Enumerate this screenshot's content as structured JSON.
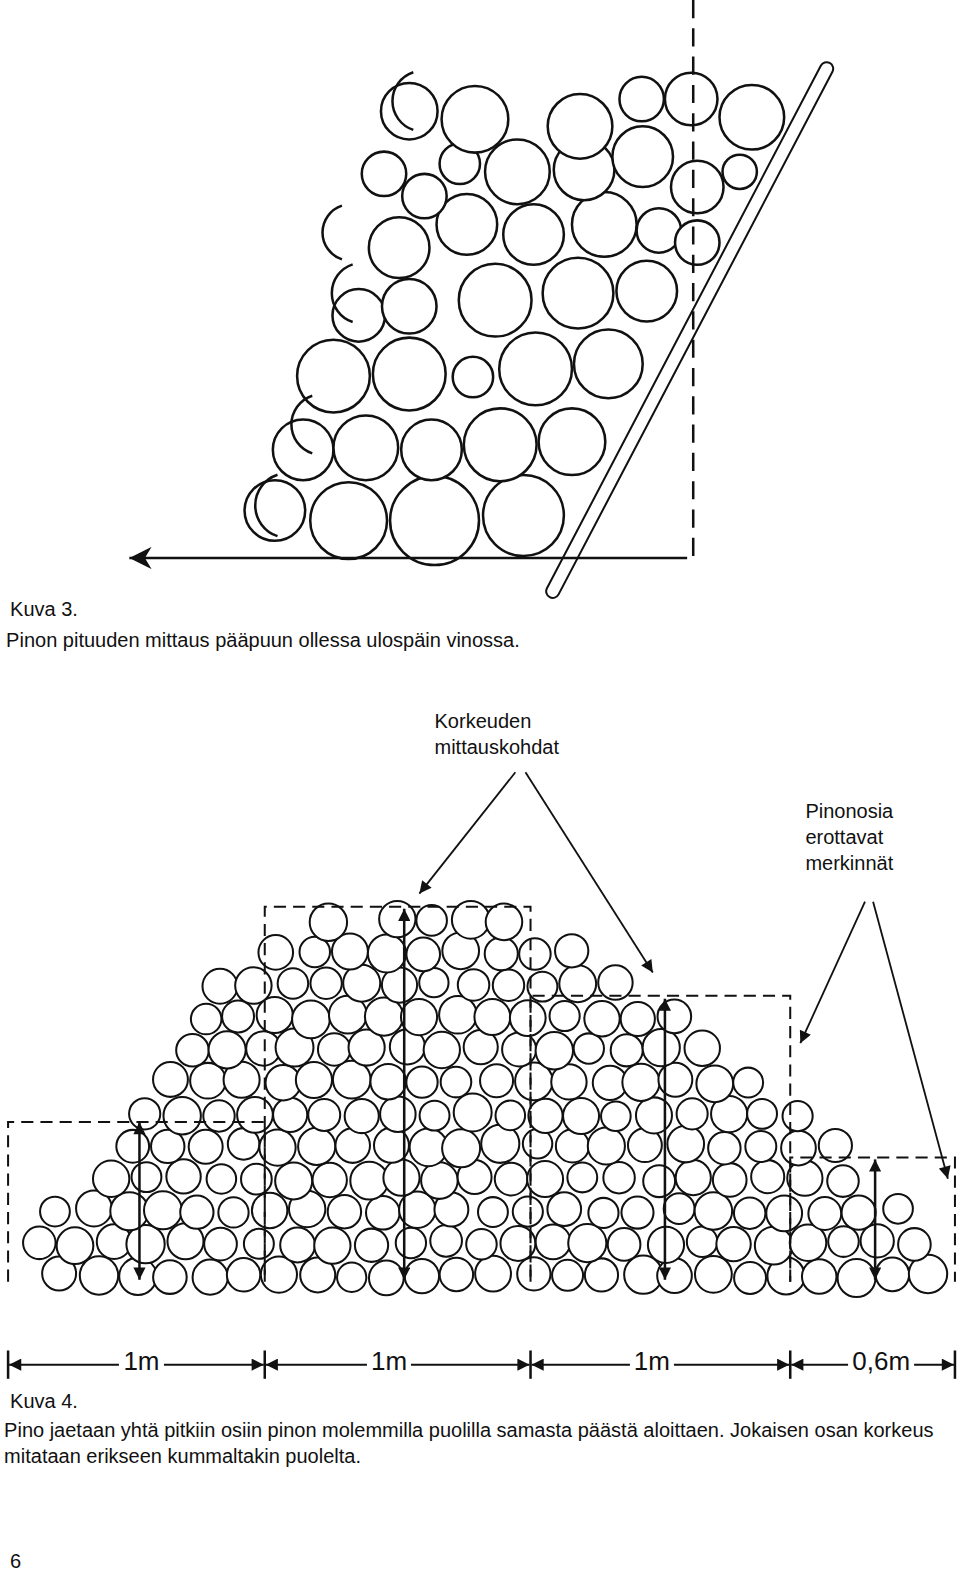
{
  "diagram": {
    "labels": [
      "Kuva 3.",
      "Pinon pituuden mittaus pääpuun ollessa ulospäin vinossa.",
      "Korkeuden mittauskohdat",
      "Pinonosia erottavat merkinnät",
      "1m",
      "1m",
      "1m",
      "0,6m",
      "Kuva 4.",
      "Pino jaetaan yhtä pitkiin osiin pinon molemmilla puolilla samasta päästä aloittaen. Jokaisen osan korkeus mitataan erikseen kummaltakin puolelta.",
      "6"
    ]
  }
}
